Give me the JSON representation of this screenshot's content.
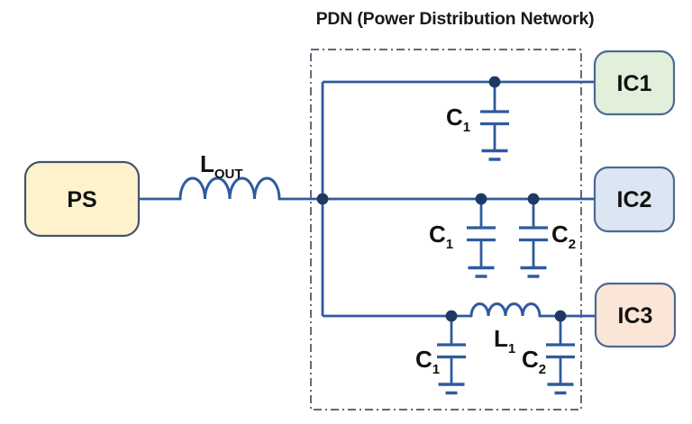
{
  "title": "PDN (Power Distribution Network)",
  "blocks": {
    "ps": {
      "label": "PS"
    },
    "ic1": {
      "label": "IC1"
    },
    "ic2": {
      "label": "IC2"
    },
    "ic3": {
      "label": "IC3"
    }
  },
  "labels": {
    "lout": {
      "base": "L",
      "sub": "OUT"
    },
    "l1": {
      "base": "L",
      "sub": "1"
    },
    "c1": {
      "base": "C",
      "sub": "1"
    },
    "c2": {
      "base": "C",
      "sub": "2"
    }
  },
  "colors": {
    "wire": "#2e5b9e",
    "junction_dot": "#1f3864",
    "boundary": "#44546a",
    "ps_fill": "#fdf2cc",
    "ps_border": "#44546a",
    "ic1_fill": "#e2efda",
    "ic2_fill": "#dce6f2",
    "ic3_fill": "#fbe5d6",
    "ic_border": "#4a6a96",
    "text": "#111111"
  },
  "circuit": {
    "source": "PS",
    "series_inductor": "LOUT",
    "network_label": "PDN",
    "branches": [
      {
        "load": "IC1",
        "shunt_components": [
          "C1"
        ]
      },
      {
        "load": "IC2",
        "shunt_components": [
          "C1",
          "C2"
        ]
      },
      {
        "load": "IC3",
        "shunt_components": [
          "C1",
          "C2"
        ],
        "series_component": "L1"
      }
    ]
  }
}
